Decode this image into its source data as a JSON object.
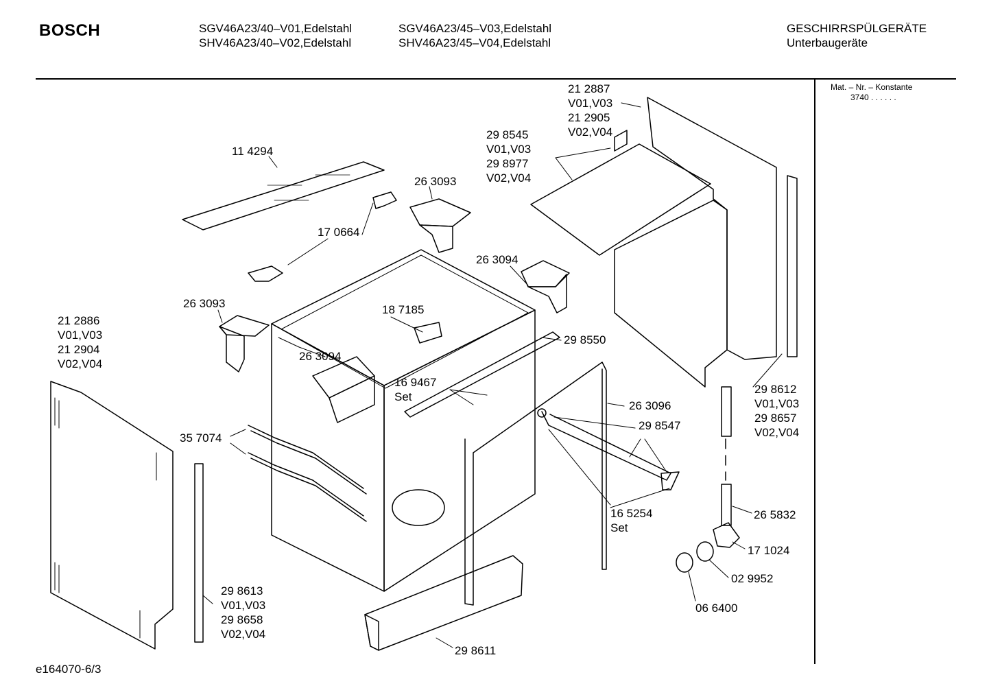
{
  "header": {
    "brand": "BOSCH",
    "models_col1": [
      "SGV46A23/40–V01,Edelstahl",
      "SHV46A23/40–V02,Edelstahl"
    ],
    "models_col2": [
      "SGV46A23/45–V03,Edelstahl",
      "SHV46A23/45–V04,Edelstahl"
    ],
    "category": "GESCHIRRSPÜLGERÄTE",
    "subcategory": "Unterbaugeräte"
  },
  "sidebar": {
    "title": "Mat. – Nr. – Konstante",
    "value": "3740  .  .  .  .  .  ."
  },
  "parts": {
    "p212887": [
      "21 2887",
      "V01,V03",
      "21 2905",
      "V02,V04"
    ],
    "p298545": [
      "29 8545",
      "V01,V03",
      "29 8977",
      "V02,V04"
    ],
    "p114294": [
      "11 4294"
    ],
    "p263093a": [
      "26 3093"
    ],
    "p170664": [
      "17 0664"
    ],
    "p263094a": [
      "26 3094"
    ],
    "p263093b": [
      "26 3093"
    ],
    "p187185": [
      "18 7185"
    ],
    "p212886": [
      "21 2886",
      "V01,V03",
      "21 2904",
      "V02,V04"
    ],
    "p263094b": [
      "26 3094"
    ],
    "p298550": [
      "29 8550"
    ],
    "p169467": [
      "16 9467",
      "Set"
    ],
    "p263096": [
      "26 3096"
    ],
    "p298612": [
      "29 8612",
      "V01,V03",
      "29 8657",
      "V02,V04"
    ],
    "p357074": [
      "35 7074"
    ],
    "p298547": [
      "29 8547"
    ],
    "p265832": [
      "26 5832"
    ],
    "p165254": [
      "16 5254",
      "Set"
    ],
    "p171024": [
      "17 1024"
    ],
    "p029952": [
      "02 9952"
    ],
    "p298613": [
      "29 8613",
      "V01,V03",
      "29 8658",
      "V02,V04"
    ],
    "p066400": [
      "06 6400"
    ],
    "p298611": [
      "29 8611"
    ]
  },
  "footer": {
    "drawing_id": "e164070-6/3"
  }
}
